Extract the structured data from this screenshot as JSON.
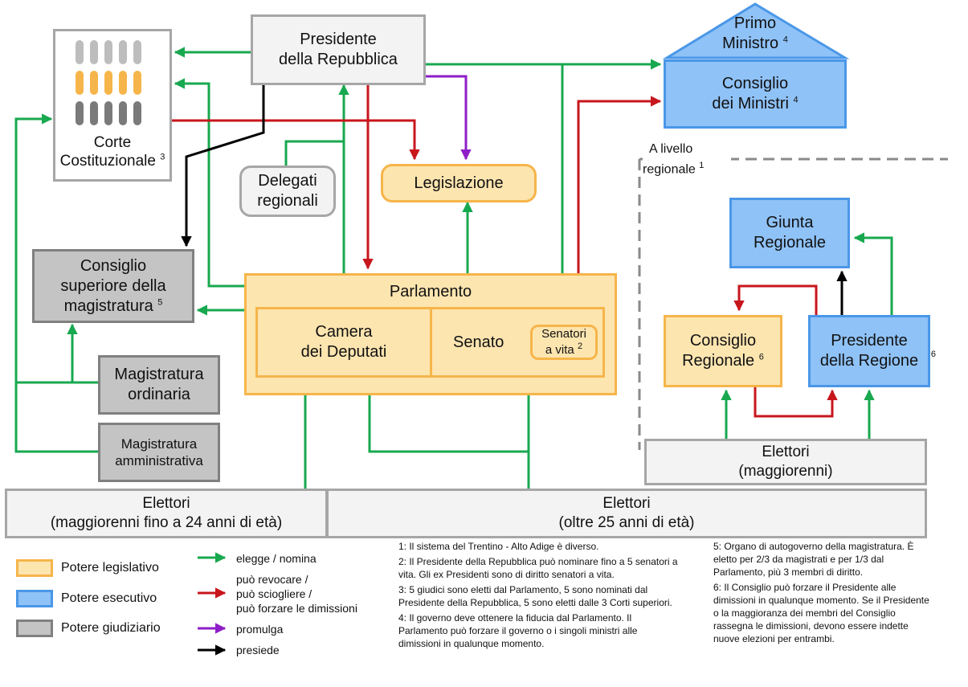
{
  "presidente": {
    "line1": "Presidente",
    "line2": "della Repubblica"
  },
  "primo_ministro": {
    "line1": "Primo",
    "line2": "Ministro",
    "sup": "4"
  },
  "consiglio_ministri": {
    "line1": "Consiglio",
    "line2": "dei Ministri",
    "sup": "4"
  },
  "corte": {
    "line1": "Corte",
    "line2": "Costituzionale",
    "sup": "3"
  },
  "delegati": {
    "line1": "Delegati",
    "line2": "regionali"
  },
  "legislazione": {
    "label": "Legislazione"
  },
  "csm": {
    "line1": "Consiglio",
    "line2": "superiore della",
    "line3": "magistratura",
    "sup": "5"
  },
  "parlamento": {
    "label": "Parlamento"
  },
  "camera": {
    "line1": "Camera",
    "line2": "dei Deputati"
  },
  "senato": {
    "label": "Senato"
  },
  "senatori_vita": {
    "line1": "Senatori",
    "line2": "a vita",
    "sup": "2"
  },
  "mag_ordinaria": {
    "line1": "Magistratura",
    "line2": "ordinaria"
  },
  "mag_amministrativa": {
    "line1": "Magistratura",
    "line2": "amministrativa"
  },
  "elettori_giovani": {
    "line1": "Elettori",
    "line2": "(maggiorenni fino a 24 anni di età)"
  },
  "elettori_adulti": {
    "line1": "Elettori",
    "line2": "(oltre 25 anni di età)"
  },
  "regionale": {
    "label_line1": "A livello",
    "label_line2": "regionale",
    "label_sup": "1",
    "giunta": {
      "line1": "Giunta",
      "line2": "Regionale"
    },
    "consiglio": {
      "line1": "Consiglio",
      "line2": "Regionale",
      "sup": "6"
    },
    "presidente": {
      "line1": "Presidente",
      "line2": "della Regione",
      "sup": "6"
    },
    "elettori": {
      "line1": "Elettori",
      "line2": "(maggiorenni)"
    }
  },
  "legend": {
    "legislativo": "Potere legislativo",
    "esecutivo": "Potere esecutivo",
    "giudiziario": "Potere giudiziario",
    "elegge": "elegge / nomina",
    "revoca_1": "può revocare /",
    "revoca_2": "può sciogliere /",
    "revoca_3": "può forzare le dimissioni",
    "promulga": "promulga",
    "presiede": "presiede"
  },
  "colors": {
    "green": "#18a84f",
    "red": "#c8161d",
    "purple": "#8e1ec8",
    "black": "#000000",
    "legislativo": "#fde5b0",
    "esecutivo": "#8fc2f7",
    "giudiziario": "#c4c4c4"
  },
  "notes": {
    "n1": "1: Il sistema del Trentino - Alto Adige è diverso.",
    "n2": "2: Il Presidente della Repubblica può nominare fino a 5 senatori a vita. Gli ex Presidenti sono di diritto senatori a vita.",
    "n3": "3: 5 giudici sono eletti dal Parlamento, 5 sono nominati dal Presidente della Repubblica, 5 sono eletti dalle 3 Corti superiori.",
    "n4": "4: Il governo deve ottenere la fiducia dal Parlamento. Il Parlamento può forzare il governo o i singoli ministri alle dimissioni in qualunque momento.",
    "n5": "5: Organo di autogoverno della magistratura. È eletto per 2/3 da magistrati e per 1/3 dal Parlamento, più 3 membri di diritto.",
    "n6": "6: Il Consiglio può forzare il Presidente alle dimissioni in qualunque momento. Se il Presidente o la maggioranza dei membri del Consiglio rassegna le dimissioni, devono essere indette nuove elezioni per entrambi."
  }
}
